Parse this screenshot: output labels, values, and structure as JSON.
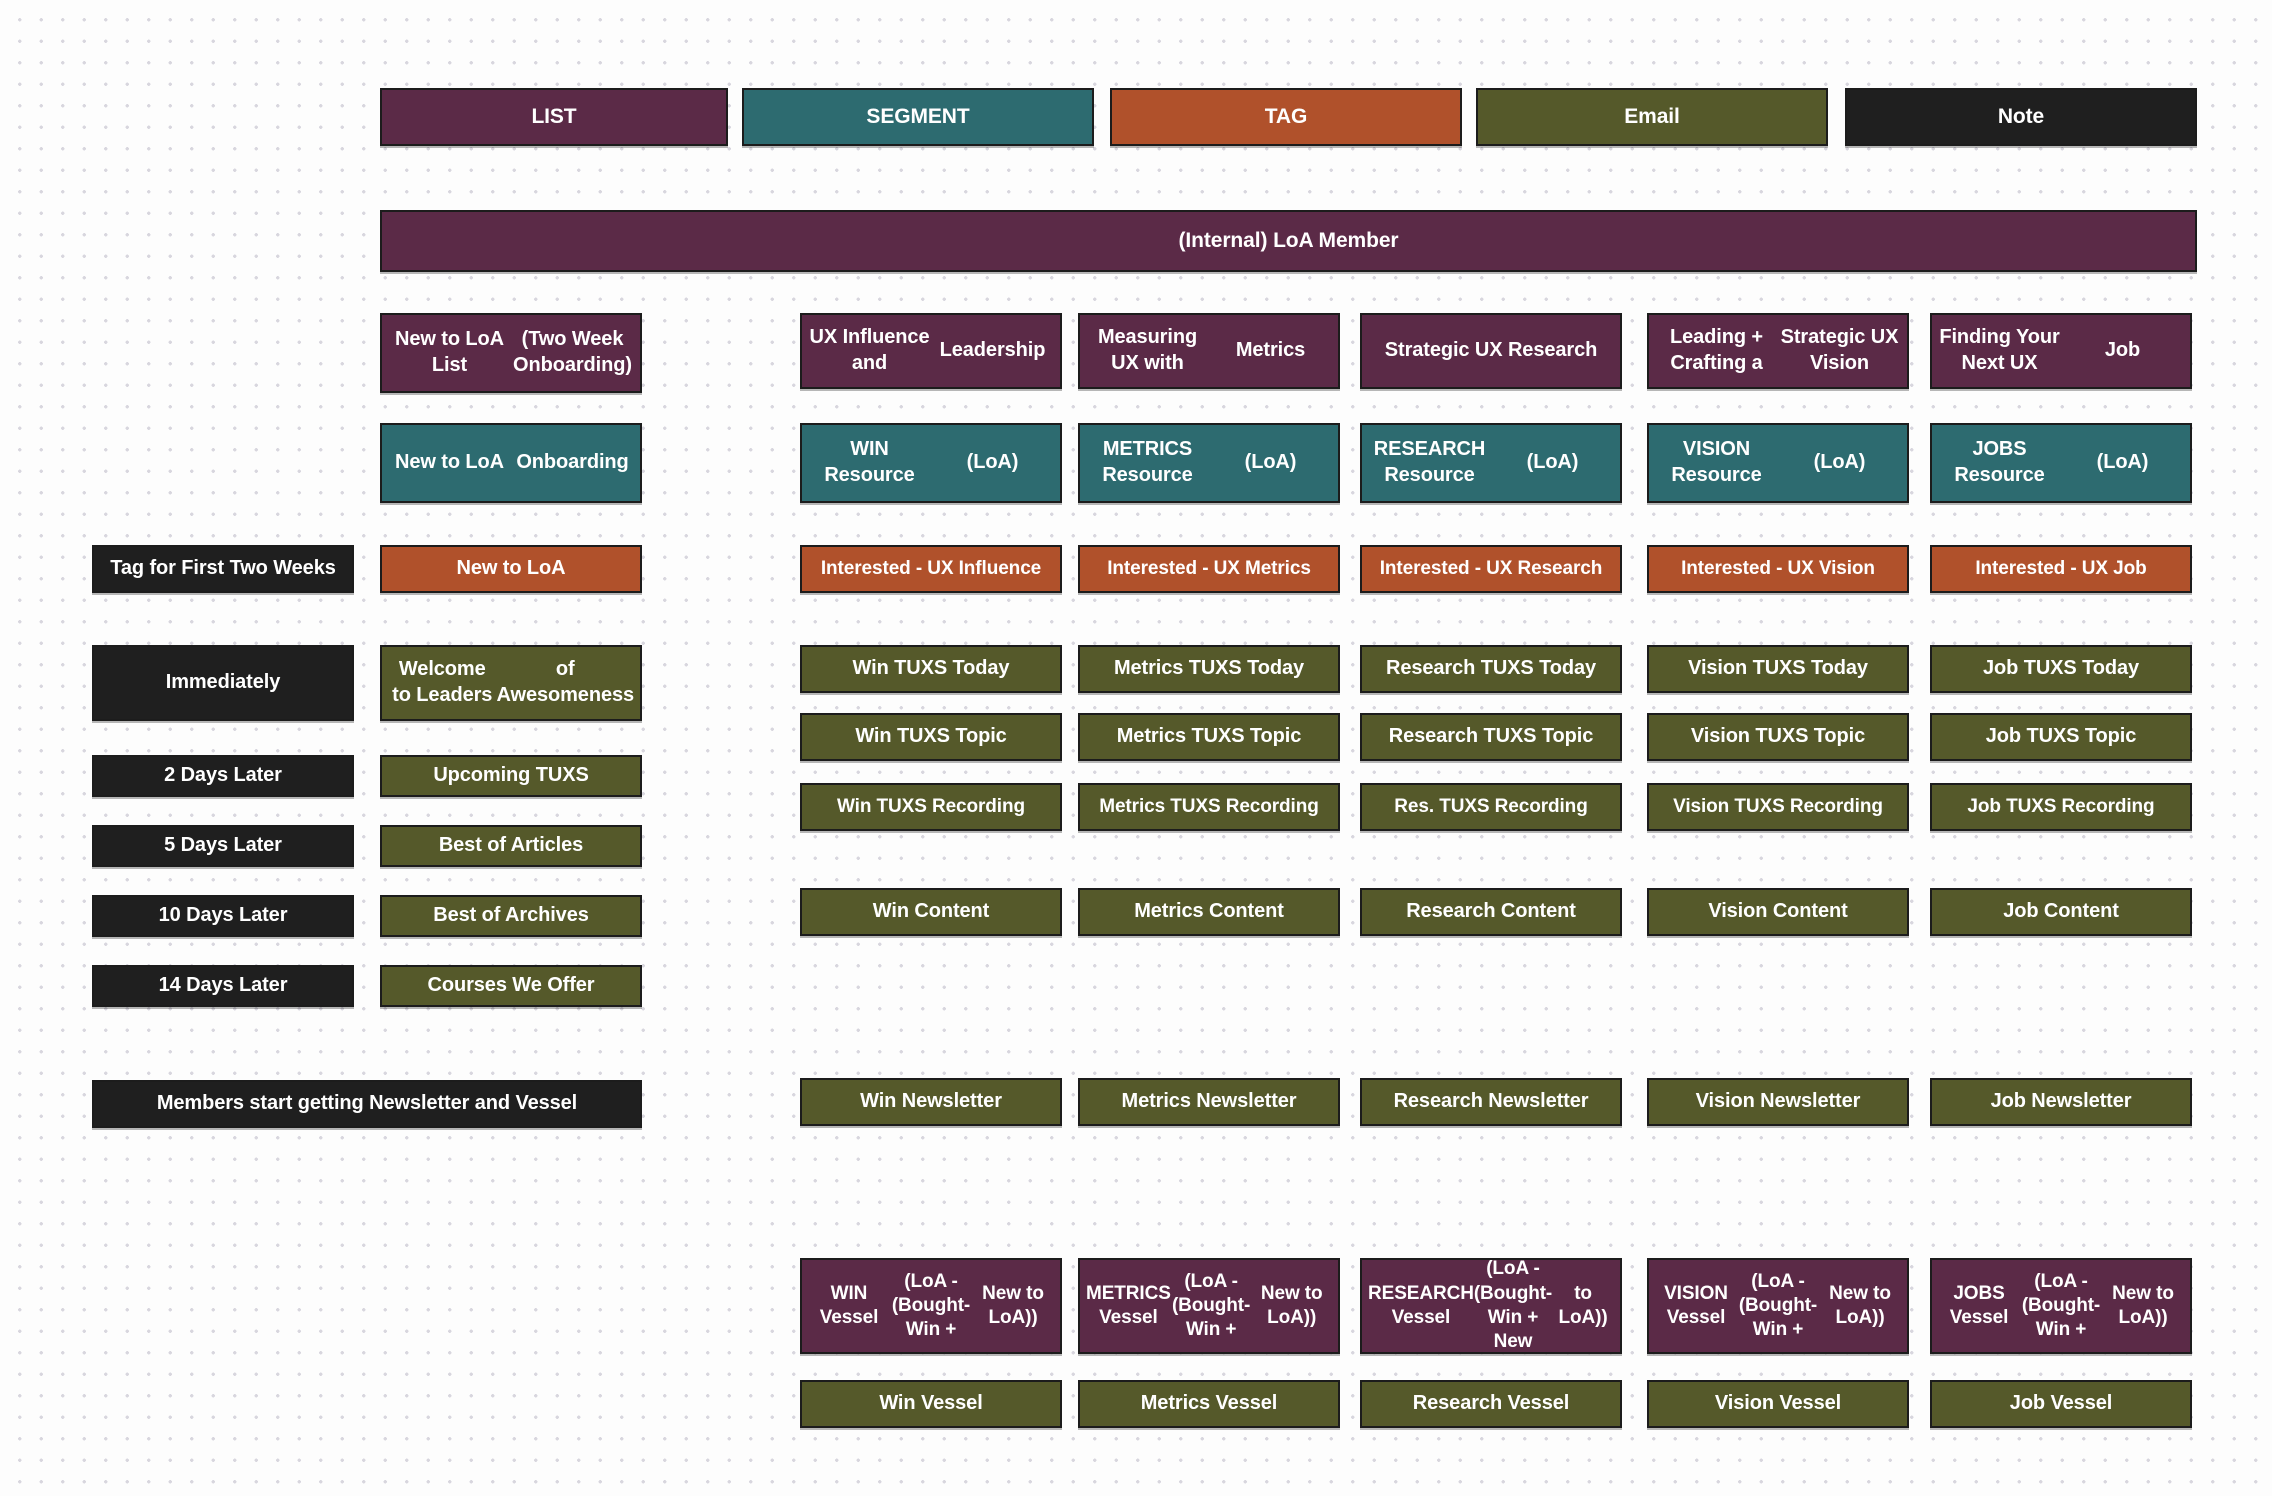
{
  "legend": {
    "items": [
      {
        "label": "LIST",
        "kind": "list"
      },
      {
        "label": "SEGMENT",
        "kind": "segment"
      },
      {
        "label": "TAG",
        "kind": "tag"
      },
      {
        "label": "Email",
        "kind": "email"
      },
      {
        "label": "Note",
        "kind": "note"
      }
    ]
  },
  "master_list": {
    "label": "(Internal) LoA Member"
  },
  "onboarding_column": {
    "list_box": "New to LoA List\n(Two Week Onboarding)",
    "segment_box": "New to LoA\nOnboarding",
    "tag_box": "New to LoA",
    "tag_note": "Tag for First Two Weeks",
    "emails": [
      {
        "timing": "Immediately",
        "email": "Welcome to Leaders\nof Awesomeness"
      },
      {
        "timing": "2 Days Later",
        "email": "Upcoming TUXS"
      },
      {
        "timing": "5 Days Later",
        "email": "Best of Articles"
      },
      {
        "timing": "10 Days Later",
        "email": "Best of Archives"
      },
      {
        "timing": "14 Days Later",
        "email": "Courses We Offer"
      }
    ],
    "newsletter_note": "Members start getting Newsletter and Vessel"
  },
  "topic_columns": [
    {
      "list": "UX Influence and\nLeadership",
      "segment": "WIN Resource\n(LoA)",
      "tag": "Interested - UX Influence",
      "tuxs_today": "Win TUXS Today",
      "tuxs_topic": "Win TUXS Topic",
      "tuxs_recording": "Win TUXS Recording",
      "content": "Win Content",
      "newsletter": "Win Newsletter",
      "vessel_list": "WIN Vessel\n(LoA - (Bought-Win +\nNew to LoA))",
      "vessel_email": "Win Vessel"
    },
    {
      "list": "Measuring UX with\nMetrics",
      "segment": "METRICS Resource\n(LoA)",
      "tag": "Interested - UX Metrics",
      "tuxs_today": "Metrics TUXS Today",
      "tuxs_topic": "Metrics TUXS Topic",
      "tuxs_recording": "Metrics TUXS Recording",
      "content": "Metrics Content",
      "newsletter": "Metrics Newsletter",
      "vessel_list": "METRICS Vessel\n(LoA - (Bought-Win +\nNew to LoA))",
      "vessel_email": "Metrics Vessel"
    },
    {
      "list": "Strategic UX Research",
      "segment": "RESEARCH Resource\n(LoA)",
      "tag": "Interested - UX Research",
      "tuxs_today": "Research TUXS Today",
      "tuxs_topic": "Research TUXS Topic",
      "tuxs_recording": "Res. TUXS Recording",
      "content": "Research Content",
      "newsletter": "Research Newsletter",
      "vessel_list": "RESEARCH Vessel\n(LoA - (Bought-Win + New\nto LoA))",
      "vessel_email": "Research Vessel"
    },
    {
      "list": "Leading + Crafting a\nStrategic UX Vision",
      "segment": "VISION Resource\n(LoA)",
      "tag": "Interested - UX Vision",
      "tuxs_today": "Vision TUXS Today",
      "tuxs_topic": "Vision TUXS Topic",
      "tuxs_recording": "Vision TUXS Recording",
      "content": "Vision Content",
      "newsletter": "Vision Newsletter",
      "vessel_list": "VISION Vessel\n(LoA - (Bought-Win +\nNew to LoA))",
      "vessel_email": "Vision Vessel"
    },
    {
      "list": "Finding Your Next UX\nJob",
      "segment": "JOBS Resource\n(LoA)",
      "tag": "Interested - UX Job",
      "tuxs_today": "Job TUXS Today",
      "tuxs_topic": "Job TUXS Topic",
      "tuxs_recording": "Job TUXS Recording",
      "content": "Job Content",
      "newsletter": "Job Newsletter",
      "vessel_list": "JOBS Vessel\n(LoA - (Bought-Win +\nNew to LoA))",
      "vessel_email": "Job Vessel"
    }
  ],
  "colors": {
    "list": "#5b2a47",
    "segment": "#2d6b70",
    "tag": "#b0512b",
    "email": "#55592a",
    "note": "#1f1f1f",
    "background": "#fdfdfd",
    "dot": "#d8d6de",
    "text": "#ffffff",
    "border": "#1c1c1c"
  }
}
